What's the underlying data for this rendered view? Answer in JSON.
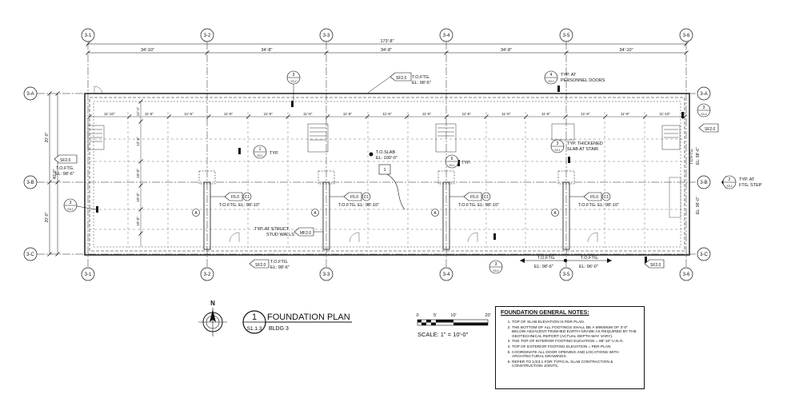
{
  "grid": {
    "columns": [
      "3-1",
      "3-2",
      "3-3",
      "3-4",
      "3-5",
      "3-6"
    ],
    "rows": [
      "3-A",
      "3-B",
      "3-C"
    ],
    "overall_dimension": "173'-8\"",
    "bay_dimensions": [
      "34'-10\"",
      "34'-8\"",
      "34'-8\"",
      "34'-8\"",
      "34'-10\""
    ],
    "sub_dimensions": [
      "11'-10\"",
      "11'-6\"",
      "11'-6\"",
      "11'-6\"",
      "11'-6\"",
      "11'-6\"",
      "11'-6\"",
      "11'-6\"",
      "11'-6\"",
      "11'-6\"",
      "11'-6\"",
      "11'-6\"",
      "11'-6\"",
      "11'-6\"",
      "11'-10\""
    ],
    "left_dims": [
      "20'-0\"",
      "40'-0\"",
      "20'-0\""
    ],
    "inner_dims": [
      "12'-1\"",
      "12'-6\"",
      "10'-0\"",
      "10'-0\"",
      "10'-0\""
    ]
  },
  "callouts": {
    "sf20_top": "SF2.0",
    "top_ftg": "T.O.FTG.",
    "top_ftg_el": "EL: 98'-6\"",
    "detail3_top_num": "3",
    "detail3_top_sheet": "S3.2",
    "detail4_num": "4",
    "detail4_sheet": "S3.2",
    "typ_at": "TYP. AT",
    "personnel_doors": "PERSONNEL DOORS",
    "detail3_right_num": "3",
    "detail3_right_sheet": "S3.2",
    "sf20_right": "SF2.0",
    "sf20_left": "SF2.0",
    "left_tofg": "T.O.FTG.",
    "left_tofg_el": "EL: 98'-6\"",
    "detail3_left_num": "3",
    "detail3_left_sheet": "S3.2",
    "detail1_num": "1",
    "detail1_sheet": "S3.1",
    "typ": "TYP.",
    "tos_label": "T.O.SLAB",
    "tos_el": "EL: 100'-0\"",
    "tag1": "1",
    "detail6_num": "6",
    "detail6_sheet": "S3.1",
    "typ2": "TYP.",
    "detail3_stair_num": "3",
    "detail3_stair_sheet": "S3.1",
    "typ_thickened": "TYP. THICKENED",
    "slab_at_stair": "SLAB AT STAIR",
    "right_tofg": "T.O.FTG.",
    "right_el1": "EL: 98'-6\"",
    "right_el2": "EL: 96'-0\"",
    "detail2_num": "2",
    "detail2_sheet": "S3.2",
    "typ_at2": "TYP. AT",
    "ftg_step": "FTG. STEP",
    "f50": "F5.0",
    "c1": "C1",
    "ftg_el": "T.O.FTG. EL: 98'-10\"",
    "a": "A",
    "typ_struct": "TYP. AT STRUCT.",
    "stud_walls": "STUD WALLS",
    "mf20": "MF2.0",
    "sf20_bl": "SF2.0",
    "bl_tofg": "T.O.FTG.",
    "bl_el": "EL: 98'-6\"",
    "detail3_b_num": "3",
    "detail3_b_sheet": "S3.2",
    "b_tofg1": "T.O.FTG.",
    "b_el1": "EL: 98'-6\"",
    "b_tofg2": "T.O.FTG.",
    "b_el2": "EL: 96'-0\"",
    "sf20_br": "SF2.0"
  },
  "title_block": {
    "north": "N",
    "detail_num": "1",
    "sheet": "S1.1.3",
    "title": "FOUNDATION PLAN",
    "subtitle": "BLDG 3",
    "scale_ticks": [
      "0",
      "5'",
      "10'",
      "20'"
    ],
    "scale_text": "SCALE: 1\" = 10'-0\""
  },
  "notes": {
    "title": "FOUNDATION GENERAL NOTES:",
    "items": [
      "TOP OF SLAB ELEVATION IS PER PLAN.",
      "THE BOTTOM OF ALL FOOTINGS SHALL BE A MINIMUM OF 3'-0\" BELOW ADJACENT FINISHED EARTH GRADE AS REQUIRED BY THE GEOTECHNICAL REPORT (ACTUAL DEPTH MAY VARY).",
      "THE TOP OF INTERIOR FOOTING ELEVATION = 98'-10\" U.N.O.",
      "TOP OF EXTERIOR FOOTING ELEVATION = PER PLAN",
      "COORDINATE ALL DOOR OPENING AND LOCATIONS WITH ARCHITECTURAL DRAWINGS.",
      "REFER TO 1/S3.1 FOR TYPICAL SLAB CONTRACTION & CONSTRUCTION JOINTS."
    ]
  }
}
